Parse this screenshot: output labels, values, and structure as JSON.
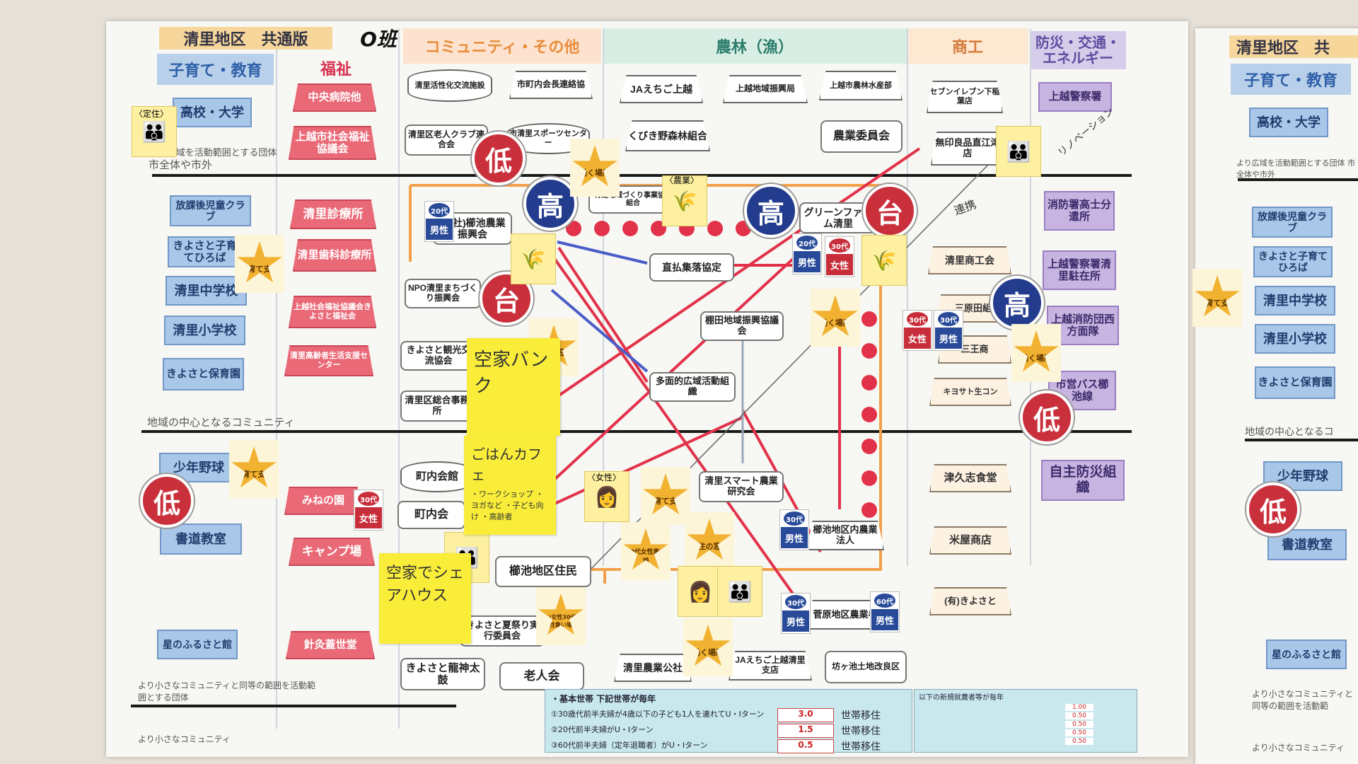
{
  "title": "清里地区　共通版",
  "group": "O班",
  "columns": {
    "childcare": "子育て・教育",
    "welfare": "福祉",
    "community": "コミュニティ・その他",
    "agri": "農林（漁）",
    "commerce": "商工",
    "disaster": "防災・交通・エネルギー"
  },
  "section_labels": {
    "city_wide": "市全体や市外",
    "city_wide_sub": "より広域を活動範囲とする団体",
    "center": "地域の中心となるコミュニティ",
    "smaller": "より小さなコミュニティと同等の範囲を活動範囲とする団体",
    "smaller2": "より小さなコミュニティ"
  },
  "blue_boxes": [
    "高校・大学",
    "放課後児童クラブ",
    "きよさと子育てひろば",
    "清里中学校",
    "清里小学校",
    "きよさと保育園",
    "少年野球",
    "書道教室",
    "星のふるさと館"
  ],
  "red_boxes": [
    "中央病院他",
    "上越市社会福祉協議会",
    "清里診療所",
    "清里歯科診療所",
    "上越社会福祉協議会きよさと福祉会",
    "清里高齢者生活支援センター",
    "みねの園",
    "キャンプ場",
    "針灸蓋世堂"
  ],
  "community_boxes": [
    "清里活性化交流施設",
    "市町内会長連絡協",
    "清里区老人クラブ連合会",
    "市清里スポーツセンター",
    "(一社)櫛池農業振興会",
    "NPO清里まちづくり振興会",
    "きよさと観光交流協会",
    "清里区総合事務所",
    "町内会館",
    "町内会",
    "櫛池地区住民",
    "きよさと夏祭り実行委員会",
    "きよさと龍神太鼓",
    "老人会"
  ],
  "agri_boxes": [
    "JAえちご上越",
    "上越地域振興局",
    "上越市農林水産部",
    "くびき野森林組合",
    "農業委員会",
    "特定地域づくり事業協同組合",
    "グリーンファーム清里",
    "直払集落協定",
    "棚田地域振興協議会",
    "多面的広域活動組織",
    "清里スマート農業研究会",
    "櫛池地区内農業法人",
    "菅原地区農業者",
    "JAえちご上越清里支店",
    "坊ヶ池土地改良区",
    "清里農業公社"
  ],
  "commerce_boxes": [
    "セブンイレブン下稲葉店",
    "無印良品直江津店",
    "清里商工会",
    "三原田組",
    "三王商",
    "キヨサト生コン",
    "津久志食堂",
    "米屋商店",
    "(有)きよさと"
  ],
  "disaster_boxes": [
    "上越警察署",
    "消防署高士分遣所",
    "上越警察署清里駐在所",
    "上越消防団西方面隊",
    "市営バス櫛池線",
    "自主防災組織"
  ],
  "circles": [
    "低",
    "高",
    "台",
    "高",
    "台",
    "高",
    "低",
    "低",
    "低"
  ],
  "stars": [
    "働く場所",
    "子育て支援",
    "定住の窓口",
    "働く場所",
    "働く場所",
    "子育て支援",
    "定住の窓口",
    "30代女性集い場",
    "働く場所",
    "子育て支援",
    "若い女性30代女性集い場"
  ],
  "tags_labels": {
    "male": "男性",
    "female": "女性",
    "age20": "20代",
    "age30": "30代",
    "age60": "60代"
  },
  "card_labels": {
    "teiju": "〈定住〉",
    "nogyo": "〈農業〉",
    "josei": "〈女性〉"
  },
  "notes": {
    "akiya": "空家バンク",
    "cafe": "ごはんカフェ",
    "cafe_items": "・ワークショップ ・ヨガなど ・子ども向け ・高齢者",
    "share": "空家でシェアハウス",
    "renkei": "連携",
    "rinobe": "リノベーション"
  },
  "footer": {
    "heading": "・基本世帯 下記世帯が毎年",
    "rows": [
      {
        "label": "①30歳代前半夫婦が4歳以下の子ども1人を連れてU・Iターン",
        "value": "3.0",
        "unit": "世帯移住"
      },
      {
        "label": "②20代前半夫婦がU・Iターン",
        "value": "1.5",
        "unit": "世帯移住"
      },
      {
        "label": "③60代前半夫婦（定年退職者）がU・Iターン",
        "value": "0.5",
        "unit": "世帯移住"
      }
    ],
    "right_heading": "以下の新規就農者等が毎年",
    "right_values": [
      "1.00",
      "0.50",
      "0.50",
      "0.50",
      "0.50"
    ]
  },
  "board2": {
    "title": "清里地区　共",
    "col": "子育て・教育",
    "items": [
      "高校・大学",
      "放課後児童クラブ",
      "きよさと子育てひろば",
      "清里中学校",
      "清里小学校",
      "きよさと保育園",
      "少年野球",
      "書道教室",
      "星のふるさと館"
    ],
    "star": "子育て支援",
    "circle": "低",
    "city_wide": "より広域を活動範囲とする団体 市全体や市外",
    "center": "地域の中心となるコ",
    "smaller": "より小さなコミュニティと同等の範囲を活動範",
    "smaller2": "より小さなコミュニティ"
  }
}
